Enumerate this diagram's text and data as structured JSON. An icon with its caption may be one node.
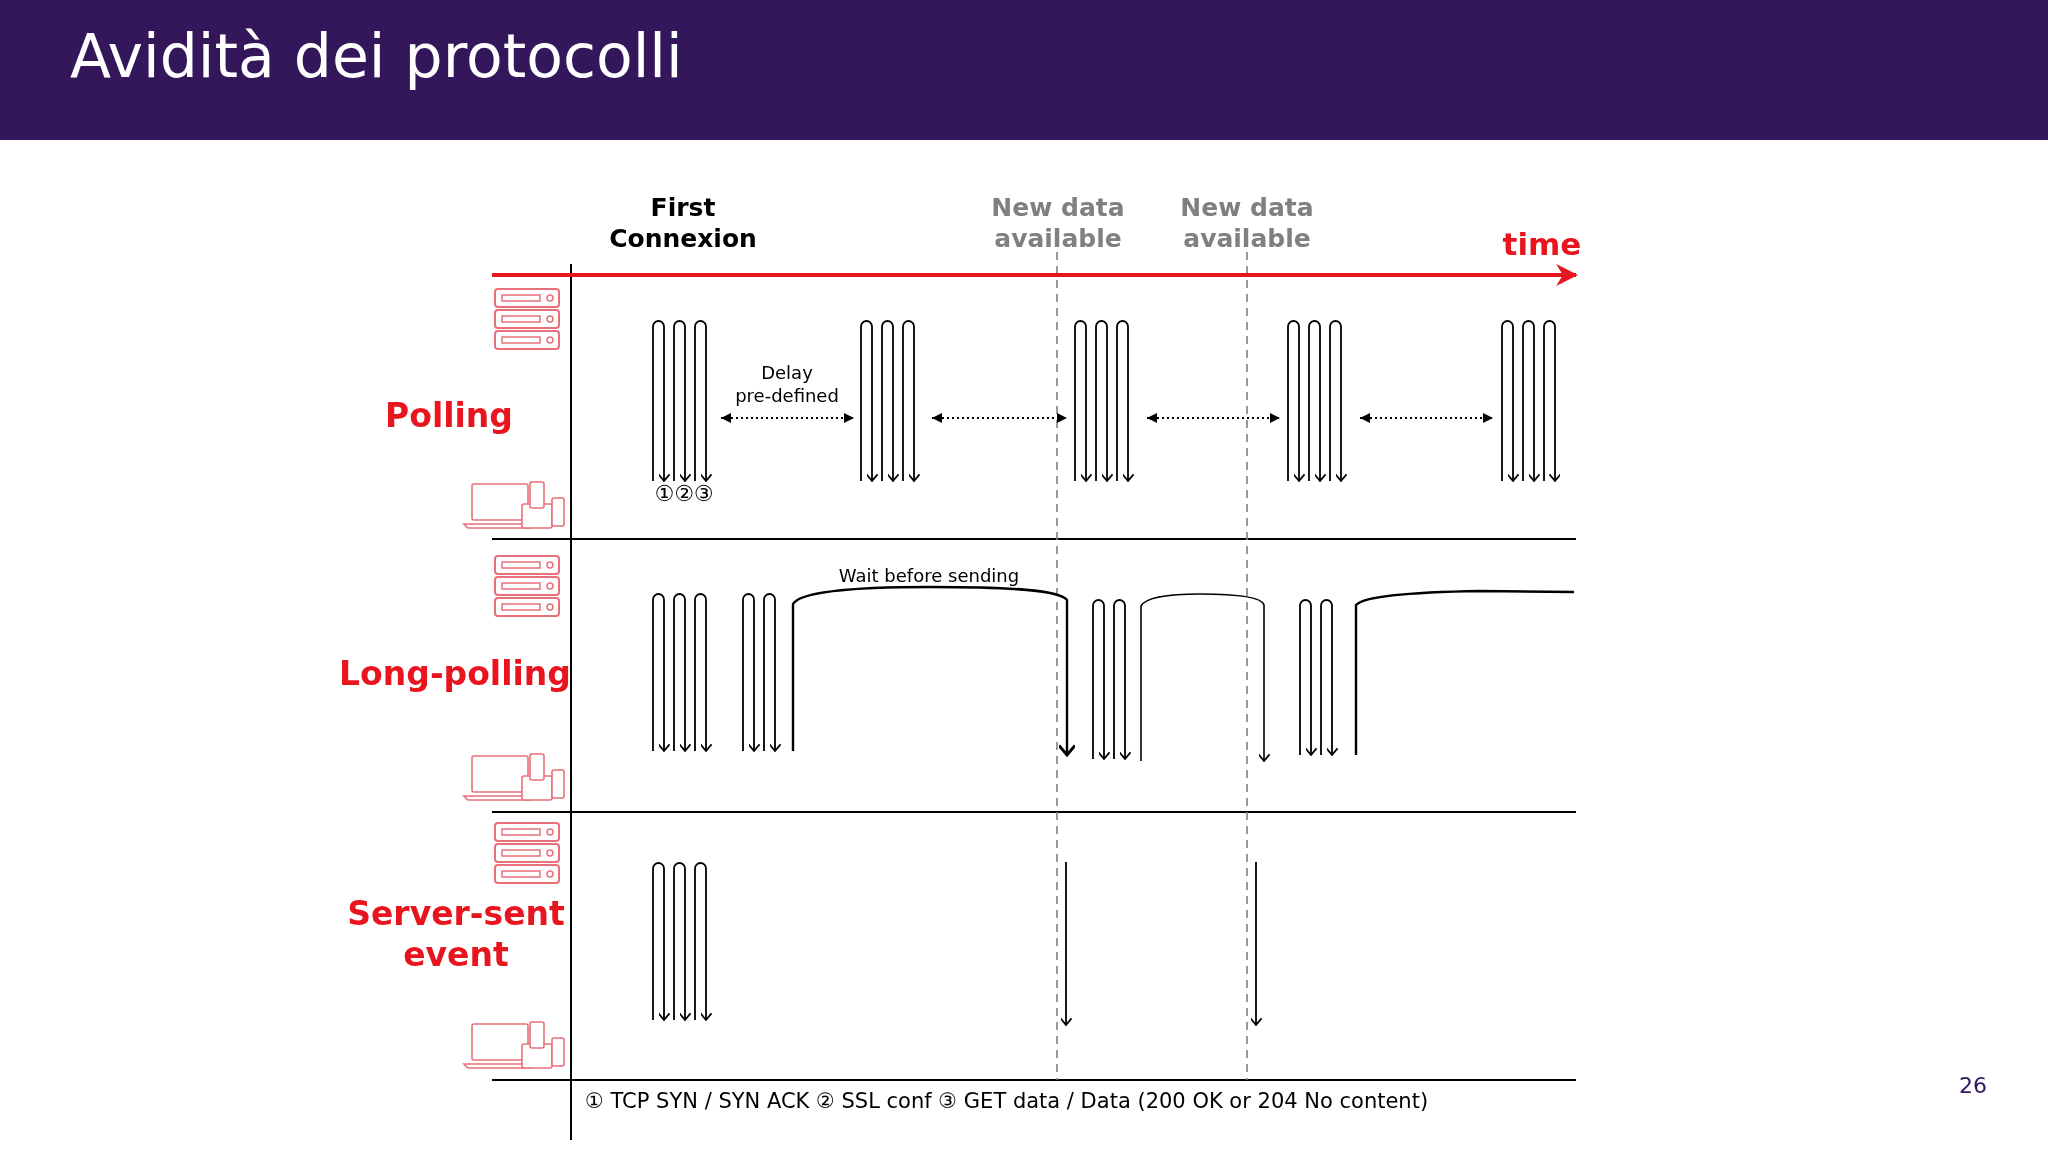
{
  "diagram": {
    "title": "Avidità dei protocolli",
    "labels": [
      "First Connexion",
      "New data available",
      "New data available",
      "time",
      "Polling",
      "Delay pre-defined",
      "①②③",
      "Long-polling",
      "Wait before sending",
      "Server-sent event",
      "① TCP SYN / SYN ACK ② SSL conf ③ GET data / Data (200 OK or 204 No content)",
      "26"
    ]
  }
}
